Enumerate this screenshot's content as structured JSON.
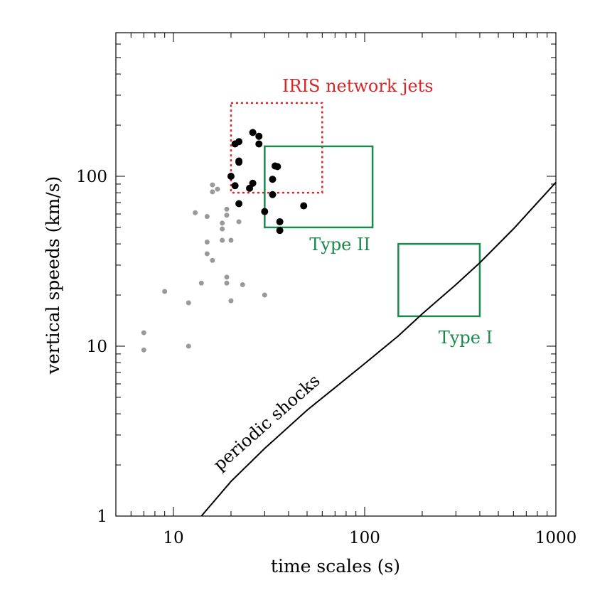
{
  "chart_data": {
    "type": "scatter",
    "xscale": "log",
    "yscale": "log",
    "xlim": [
      5,
      1000
    ],
    "ylim": [
      1,
      700
    ],
    "xlabel": "time scales (s)",
    "ylabel": "vertical speeds (km/s)",
    "xtick_labels": [
      {
        "value": 10,
        "label": "10"
      },
      {
        "value": 100,
        "label": "100"
      },
      {
        "value": 1000,
        "label": "1000"
      }
    ],
    "ytick_labels": [
      {
        "value": 1,
        "label": "1"
      },
      {
        "value": 10,
        "label": "10"
      },
      {
        "value": 100,
        "label": "100"
      }
    ],
    "series": [
      {
        "color": "#999999",
        "marker": "small-dot",
        "points": [
          [
            7,
            12
          ],
          [
            7,
            9.5
          ],
          [
            9,
            21
          ],
          [
            12,
            18
          ],
          [
            12,
            10
          ],
          [
            13,
            61
          ],
          [
            14,
            23.5
          ],
          [
            15,
            58
          ],
          [
            15,
            41
          ],
          [
            15,
            35
          ],
          [
            16,
            32
          ],
          [
            16,
            89
          ],
          [
            16,
            81
          ],
          [
            17,
            84
          ],
          [
            18,
            53
          ],
          [
            18,
            49
          ],
          [
            18,
            42
          ],
          [
            19,
            64
          ],
          [
            19,
            59
          ],
          [
            19,
            25.5
          ],
          [
            19,
            23.5
          ],
          [
            20,
            42
          ],
          [
            20,
            18.5
          ],
          [
            22,
            54
          ],
          [
            23,
            23
          ],
          [
            30,
            20
          ]
        ]
      },
      {
        "color": "#000000",
        "marker": "large-dot",
        "points": [
          [
            20,
            100
          ],
          [
            21,
            88
          ],
          [
            21,
            155
          ],
          [
            22,
            160
          ],
          [
            22,
            123
          ],
          [
            22,
            121
          ],
          [
            22,
            69
          ],
          [
            25,
            85
          ],
          [
            26,
            91
          ],
          [
            26,
            181
          ],
          [
            28,
            172
          ],
          [
            28,
            155
          ],
          [
            30,
            62
          ],
          [
            33,
            96
          ],
          [
            33,
            78
          ],
          [
            34,
            115
          ],
          [
            35,
            114
          ],
          [
            36,
            54
          ],
          [
            36,
            48
          ],
          [
            48,
            67
          ]
        ]
      }
    ],
    "regions": [
      {
        "label": "IRIS network jets",
        "style": "dotted",
        "color": "#d62728",
        "x": [
          20,
          60
        ],
        "y": [
          80,
          270
        ]
      },
      {
        "label": "Type II",
        "style": "solid",
        "color": "#1a8a4a",
        "x": [
          30,
          110
        ],
        "y": [
          50,
          150
        ]
      },
      {
        "label": "Type I",
        "style": "solid",
        "color": "#1a8a4a",
        "x": [
          150,
          400
        ],
        "y": [
          15,
          40
        ]
      }
    ],
    "curves": [
      {
        "label": "periodic shocks",
        "color": "#000000",
        "points": [
          [
            14,
            1.0
          ],
          [
            20,
            1.6
          ],
          [
            30,
            2.5
          ],
          [
            50,
            4.2
          ],
          [
            70,
            5.7
          ],
          [
            100,
            7.9
          ],
          [
            150,
            11.5
          ],
          [
            200,
            15.5
          ],
          [
            300,
            23
          ],
          [
            400,
            31
          ],
          [
            600,
            49
          ],
          [
            1000,
            92
          ]
        ]
      }
    ]
  }
}
